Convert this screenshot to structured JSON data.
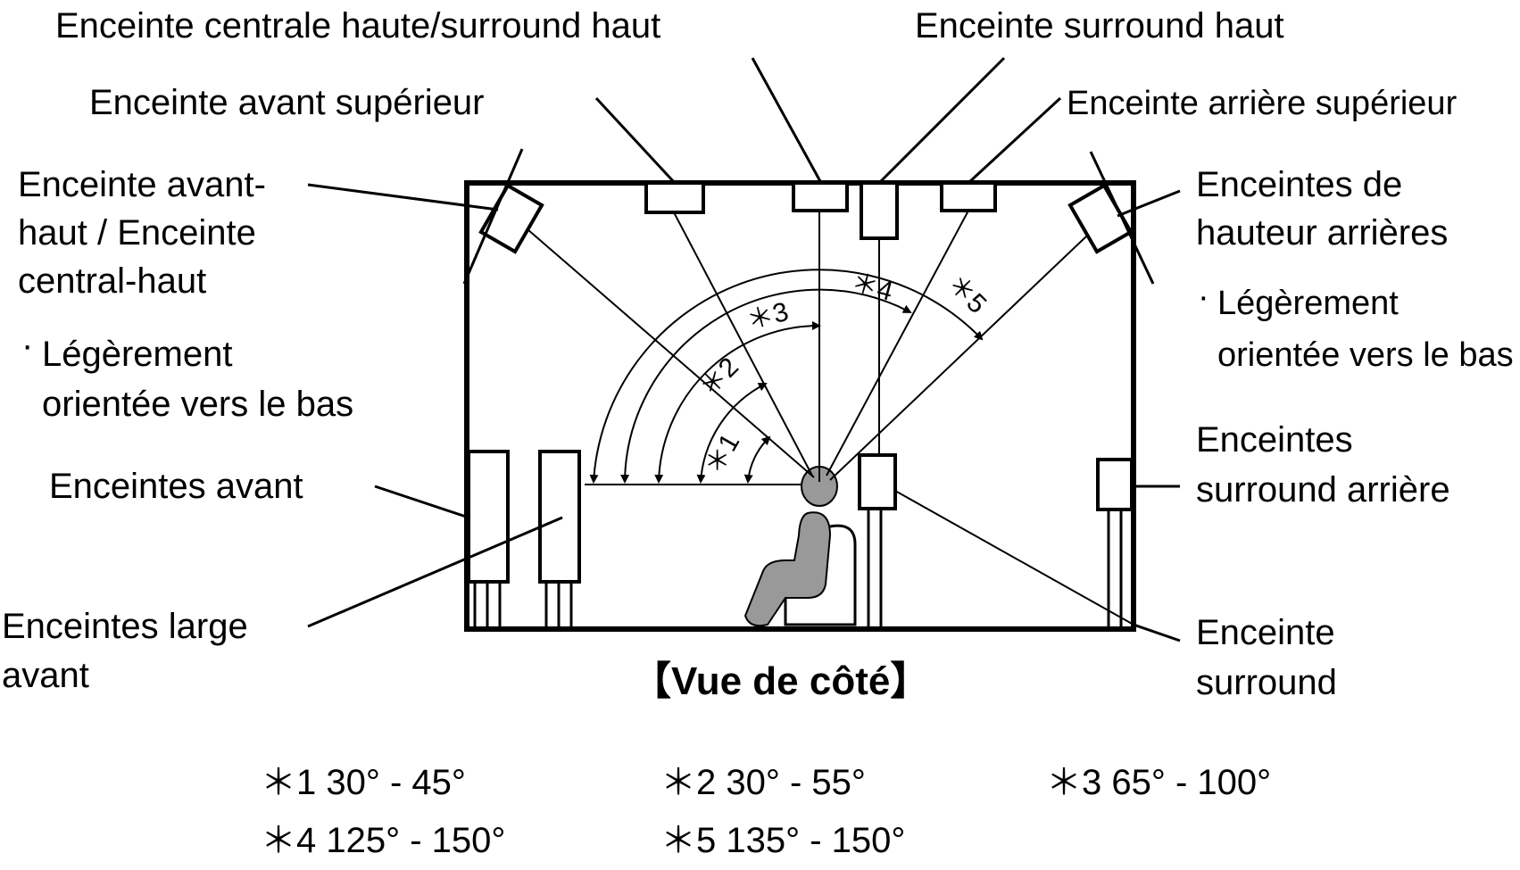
{
  "diagram": {
    "title": "【Vue de côté】",
    "labels": {
      "top_center_surround": "Enceinte centrale haute/surround haut",
      "surround_top": "Enceinte surround haut",
      "front_upper": "Enceinte avant supérieur",
      "rear_upper": "Enceinte arrière supérieur",
      "front_height_l1": "Enceinte avant-",
      "front_height_l2": "haut / Enceinte",
      "front_height_l3": "central-haut",
      "front_height_note_l1": "Légèrement",
      "front_height_note_l2": "orientée vers le bas",
      "rear_height_l1": "Enceintes de",
      "rear_height_l2": "hauteur arrières",
      "rear_height_note_l1": "Légèrement",
      "rear_height_note_l2": "orientée vers le bas",
      "front": "Enceintes avant",
      "rear_surround_l1": "Enceintes",
      "rear_surround_l2": "surround arrière",
      "front_wide_l1": "Enceintes large",
      "front_wide_l2": "avant",
      "surround_l1": "Enceinte",
      "surround_l2": "surround"
    },
    "angle_marks": [
      "＊1",
      "＊2",
      "＊3",
      "＊4",
      "＊5"
    ],
    "footnotes": [
      "＊1 30° - 45°",
      "＊2 30° - 55°",
      "＊3 65° - 100°",
      "＊4 125° - 150°",
      "＊5 135° - 150°"
    ]
  }
}
